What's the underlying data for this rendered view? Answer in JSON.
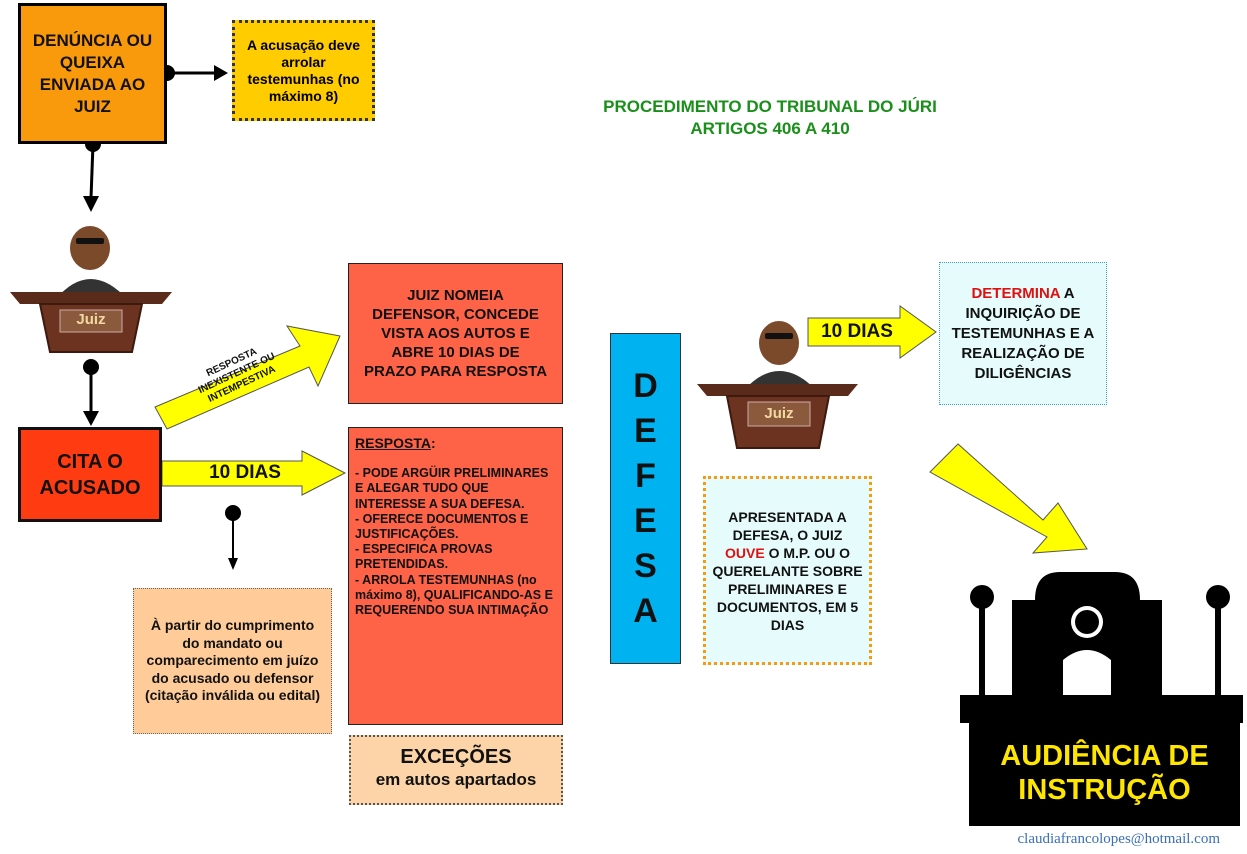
{
  "title": {
    "line1": "PROCEDIMENTO DO TRIBUNAL DO JÚRI",
    "line2": "ARTIGOS 406 A 410"
  },
  "denuncia": "DENÚNCIA OU QUEIXA ENVIADA AO JUIZ",
  "acusacao": "A acusação deve arrolar testemunhas (no máximo 8)",
  "juiz_label": "Juiz",
  "cita": "CITA O ACUSADO",
  "arrow_10_dias": "10 DIAS",
  "arrow_resposta_inexistente": {
    "line1": "RESPOSTA",
    "line2": "INEXISTENTE OU",
    "line3": "INTEMPESTIVA"
  },
  "a_partir": "À partir do cumprimento do mandato ou comparecimento em juízo do acusado ou defensor (citação inválida ou edital)",
  "nomeia": "JUIZ NOMEIA DEFENSOR, CONCEDE VISTA AOS AUTOS E ABRE 10 DIAS DE PRAZO PARA RESPOSTA",
  "resposta": {
    "heading": "RESPOSTA",
    "items": [
      " - PODE ARGÜIR PRELIMINARES E ALEGAR TUDO QUE INTERESSE A SUA DEFESA.",
      " - OFERECE DOCUMENTOS E JUSTIFICAÇÕES.",
      " - ESPECIFICA PROVAS PRETENDIDAS.",
      " - ARROLA TESTEMUNHAS (no máximo 8), QUALIFICANDO-AS E REQUERENDO SUA INTIMAÇÃO"
    ]
  },
  "excecoes": {
    "line1": "EXCEÇÕES",
    "line2": "em autos apartados"
  },
  "defesa_letters": [
    "D",
    "E",
    "F",
    "E",
    "S",
    "A"
  ],
  "apresentada": {
    "part1": "APRESENTADA A DEFESA, O JUIZ ",
    "highlight": "OUVE",
    "part2": " O M.P. OU O QUERELANTE SOBRE PRELIMINARES E DOCUMENTOS, EM 5 DIAS"
  },
  "arrow_10_dias_2": "10 DIAS",
  "determina": {
    "highlight": "DETERMINA",
    "rest": " A INQUIRIÇÃO DE TESTEMUNHAS E A REALIZAÇÃO DE DILIGÊNCIAS"
  },
  "audiencia": "AUDIÊNCIA DE INSTRUÇÃO",
  "email": "claudiafrancolopes@hotmail.com",
  "colors": {
    "orange": "#f99a0c",
    "yellow": "#ffff00",
    "red_orange": "#ff3b12",
    "tomato": "#ff6347",
    "cyan": "#00b3f0",
    "green_title": "#1a8f1a",
    "audiencia_text": "#ffe600"
  }
}
